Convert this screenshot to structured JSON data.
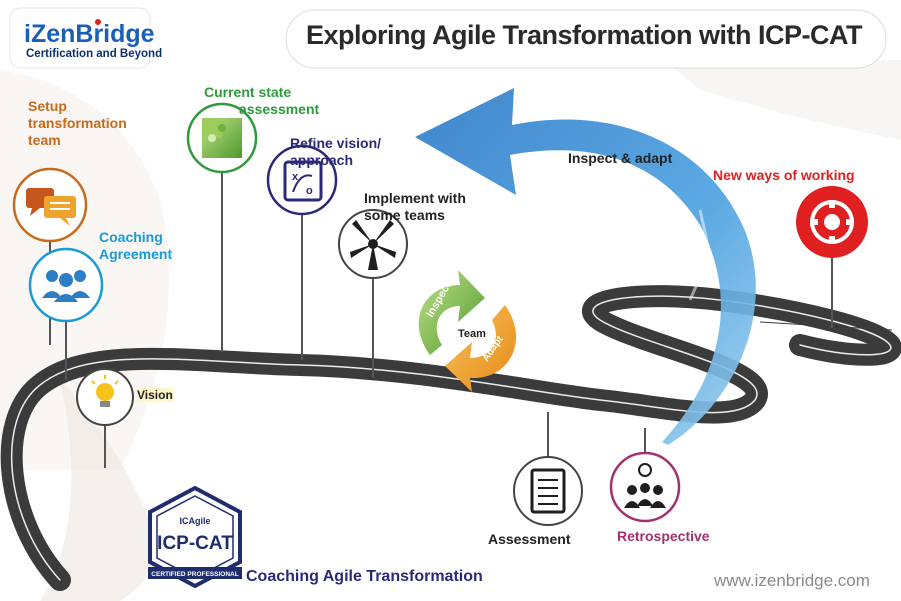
{
  "header": {
    "logo_name": "iZenBridge",
    "logo_tagline": "Certification and Beyond",
    "title": "Exploring Agile Transformation with ICP-CAT"
  },
  "steps": {
    "setup": "Setup\ntransformation\nteam",
    "coaching": "Coaching\nAgreement",
    "vision": "Vision",
    "current_state": "Current state\n         assessment",
    "refine": "Refine vision/\napproach",
    "implement": "Implement with\nsome teams",
    "inspect_adapt": "Inspect & adapt",
    "new_ways": "New ways of working",
    "assessment": "Assessment",
    "retrospective": "Retrospective"
  },
  "cycle": {
    "inspect": "Inspect",
    "team": "Team",
    "adapt": "Adapt"
  },
  "badge": {
    "brand": "ICAgile",
    "name": "ICP-CAT",
    "ribbon": "CERTIFIED PROFESSIONAL",
    "caption": "Coaching Agile Transformation"
  },
  "footer": {
    "website": "www.izenbridge.com"
  },
  "colors": {
    "road": "#3b3b3b",
    "arrow": "#3a8fd6",
    "green": "#2e9a3c",
    "blue": "#1a9ad6",
    "orange": "#c76a1c",
    "navy": "#2c2a78",
    "red": "#e02020",
    "purple": "#a2326e"
  },
  "icons": [
    "chat-bubbles-icon",
    "people-group-icon",
    "lightbulb-icon",
    "puzzle-icon",
    "strategy-board-icon",
    "hands-together-icon",
    "cycle-arrows-icon",
    "gear-icon",
    "checklist-icon",
    "team-idea-icon"
  ]
}
